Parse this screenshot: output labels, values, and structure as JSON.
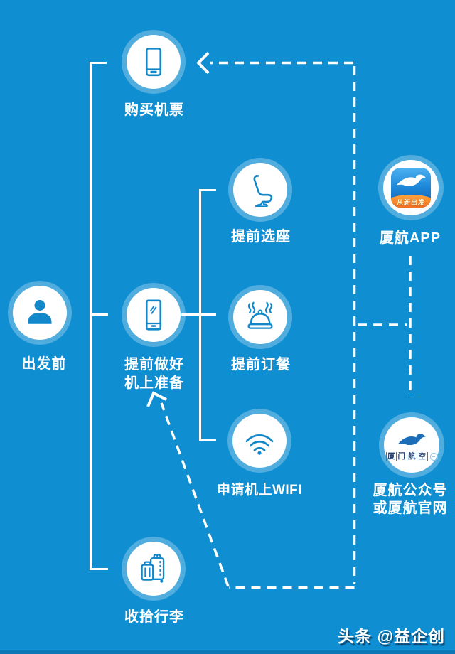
{
  "canvas": {
    "background_color": "#0f8ed2",
    "line_color": "#ffffff",
    "icon_stroke_color": "#1287ca"
  },
  "stage_left": {
    "label": "出发前",
    "icon": "person-icon"
  },
  "steps": {
    "buy_ticket": {
      "label": "购买机票",
      "icon": "smartphone-icon"
    },
    "prepare": {
      "label_line1": "提前做好",
      "label_line2": "机上准备",
      "icon": "smartphone-shine-icon"
    },
    "pack_luggage": {
      "label": "收拾行李",
      "icon": "luggage-icon"
    }
  },
  "prepare_substeps": {
    "seat": {
      "label": "提前选座",
      "icon": "airplane-seat-icon"
    },
    "meal": {
      "label": "提前订餐",
      "icon": "meal-cloche-icon"
    },
    "wifi": {
      "label": "申请机上WIFI",
      "icon": "wifi-icon"
    }
  },
  "channels": {
    "app": {
      "label": "厦航APP",
      "badge_text": "从新出发",
      "icon": "xiamen-air-app-icon",
      "gradient_top": "#4fb3f2",
      "gradient_bottom": "#0d5cad",
      "band_color": "#ef6a1d"
    },
    "official": {
      "label_line1": "厦航公众号",
      "label_line2": "或厦航官网",
      "logo_text": "厦门航空",
      "icon": "xiamen-air-logo-icon"
    }
  },
  "watermark": {
    "text": "头条 @益企创"
  }
}
